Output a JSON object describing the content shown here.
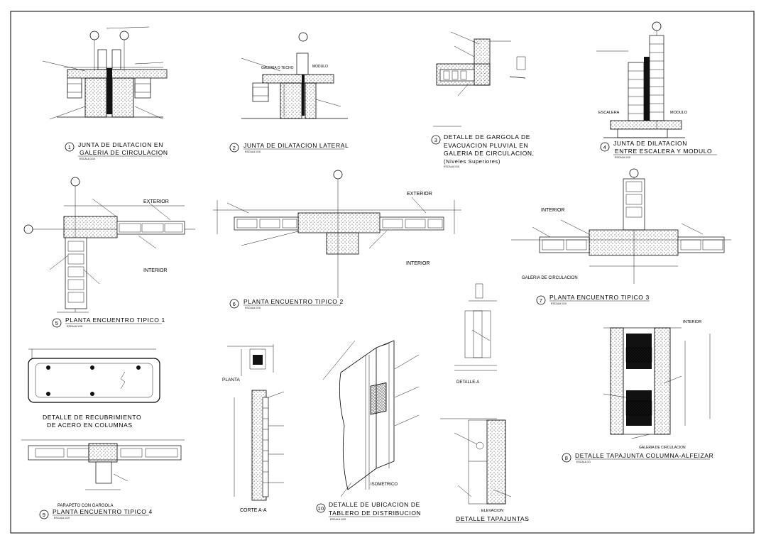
{
  "details": [
    {
      "num": "1",
      "title_lines": [
        "JUNTA DE DILATACION EN",
        "GALERIA DE CIRCULACION"
      ],
      "scale": "ESCALA 1/10"
    },
    {
      "num": "2",
      "title_lines": [
        "JUNTA DE DILATACION LATERAL"
      ],
      "scale": "ESCALA 1/10"
    },
    {
      "num": "3",
      "title_lines": [
        "DETALLE DE GARGOLA DE",
        "EVACUACION PLUVIAL EN",
        "GALERIA DE CIRCULACION,",
        "(Niveles Superiores)"
      ],
      "scale": "ESCALA 1/10"
    },
    {
      "num": "4",
      "title_lines": [
        "JUNTA DE DILATACION",
        "ENTRE ESCALERA Y MODULO"
      ],
      "scale": "ESCALA 1/10"
    },
    {
      "num": "5",
      "title_lines": [
        "PLANTA ENCUENTRO TIPICO 1"
      ],
      "scale": "ESCALA 1/10"
    },
    {
      "num": "6",
      "title_lines": [
        "PLANTA ENCUENTRO TIPICO 2"
      ],
      "scale": "ESCALA 1/10"
    },
    {
      "num": "7",
      "title_lines": [
        "PLANTA ENCUENTRO TIPICO 3"
      ],
      "scale": "ESCALA 1/10"
    },
    {
      "num": "8",
      "title_lines": [
        "DETALLE TAPAJUNTA COLUMNA-ALFEIZAR"
      ],
      "scale": "ESCALA 1/1"
    },
    {
      "num": "9",
      "title_lines": [
        "PLANTA ENCUENTRO TIPICO 4"
      ],
      "scale": "ESCALA 1/10"
    },
    {
      "num": "10",
      "title_lines": [
        "DETALLE DE UBICACION DE",
        "TABLERO DE DISTRIBUCION"
      ],
      "scale": "ESCALA 1/20"
    }
  ],
  "labels": {
    "galeria_o_techo": "GALERIA O TECHO",
    "modulo": "MODULO",
    "escalera": "ESCALERA",
    "modulo_4": "MODULO",
    "exterior_5": "EXTERIOR",
    "interior_5": "INTERIOR",
    "exterior_6": "EXTERIOR",
    "interior_6": "INTERIOR",
    "interior_7": "INTERIOR",
    "galeria_7": "GALERIA DE CIRCULACION",
    "recubrimiento_lines": [
      "DETALLE DE RECUBRIMIENTO",
      "DE ACERO EN COLUMNAS"
    ],
    "parapeto": "PARAPETO CON GARGOLA",
    "planta": "PLANTA",
    "corte": "CORTE A-A",
    "isometrico": "ISOMETRICO",
    "detalle_a": "DETALLE-A",
    "elevacion": "ELEVACION",
    "detalle_tapajuntas": "DETALLE TAPAJUNTAS",
    "interior_8": "INTERIOR",
    "galeria_8": "GALERIA DE CIRCULACION"
  },
  "colors": {
    "line": "#000000",
    "paper": "#ffffff"
  }
}
